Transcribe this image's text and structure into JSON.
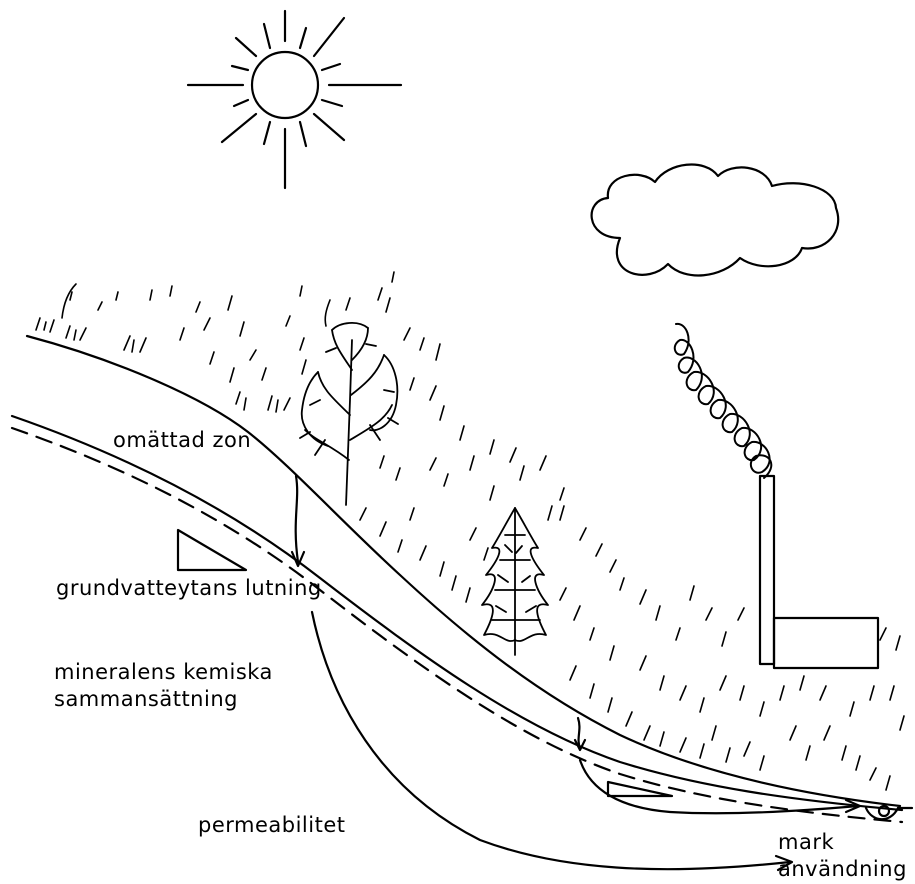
{
  "labels": {
    "unsaturated_zone": "omättad zon",
    "groundwater_slope": "grundvatteytans lutning",
    "mineral_line1": "mineralens kemiska",
    "mineral_line2": "sammansättning",
    "permeability": "permeabilitet",
    "land_use_line1": "mark",
    "land_use_line2": "användning"
  },
  "colors": {
    "ink": "#000000",
    "paper": "#ffffff"
  }
}
